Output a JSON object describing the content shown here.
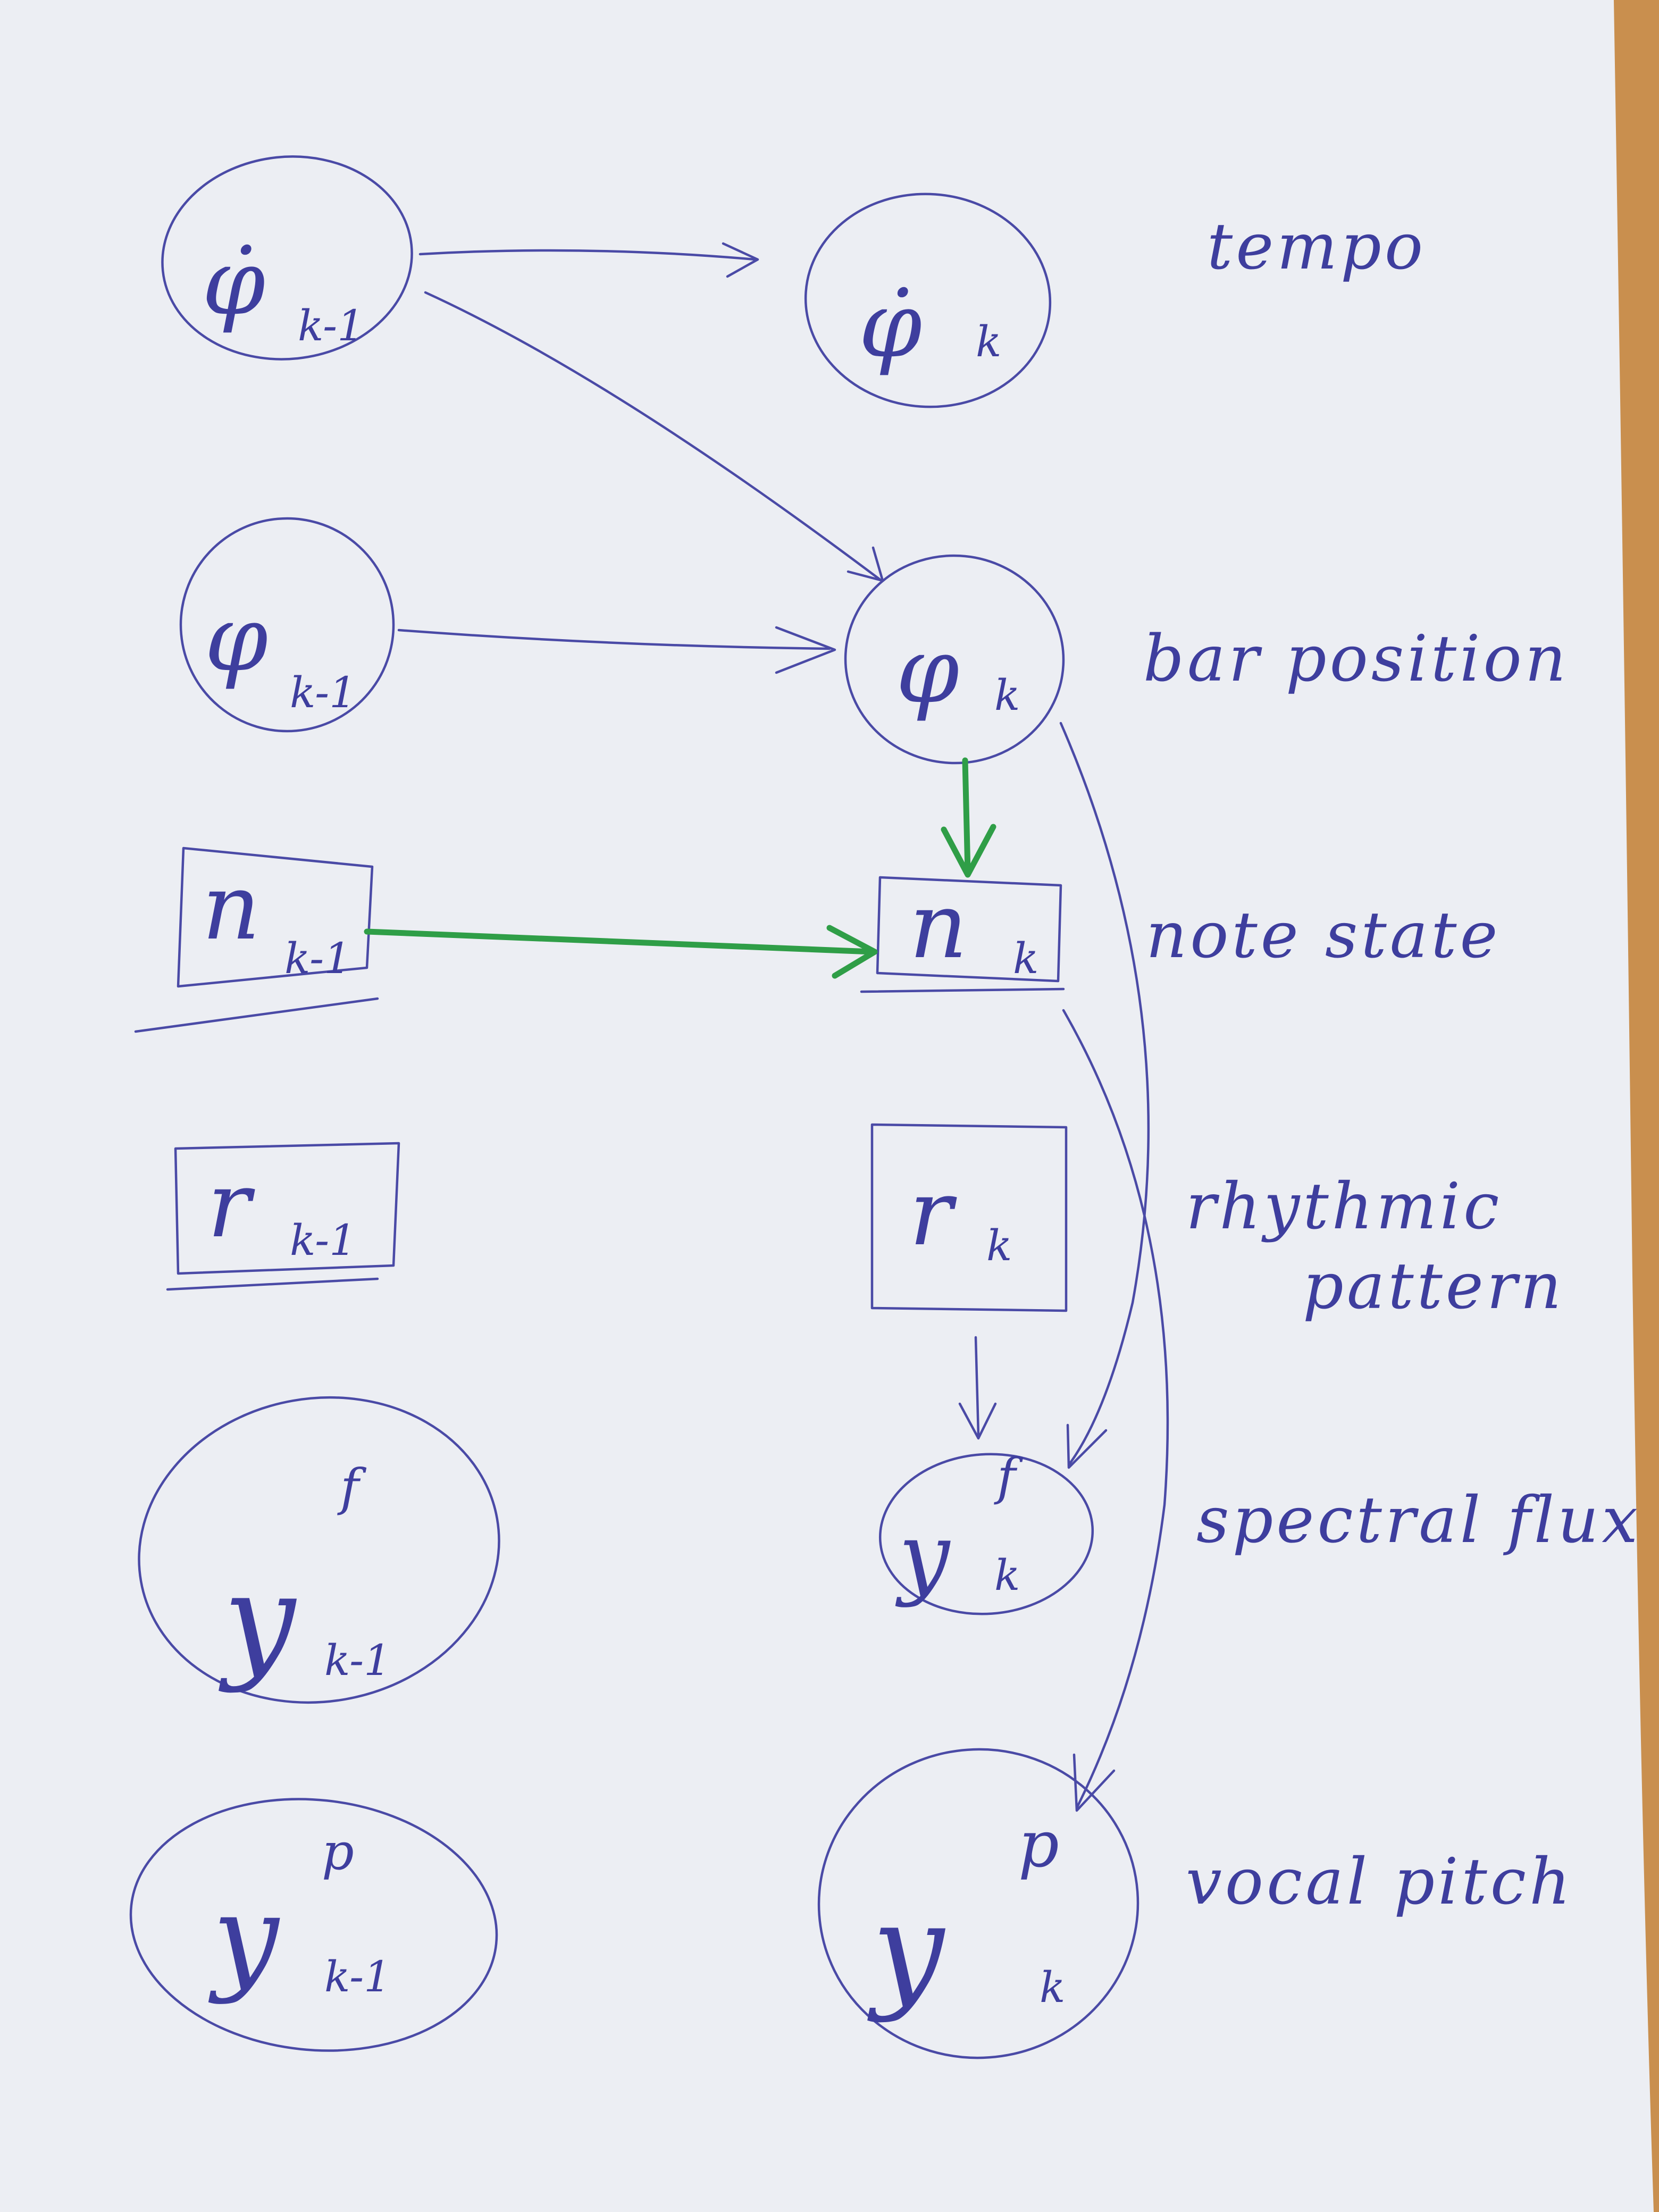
{
  "nodes": {
    "tempo_prev": {
      "base": "φ̇",
      "sub": "k-1",
      "sup": ""
    },
    "tempo_cur": {
      "base": "φ̇",
      "sub": "k",
      "sup": ""
    },
    "bar_prev": {
      "base": "φ",
      "sub": "k-1",
      "sup": ""
    },
    "bar_cur": {
      "base": "φ",
      "sub": "k",
      "sup": ""
    },
    "note_prev": {
      "base": "n",
      "sub": "k-1",
      "sup": ""
    },
    "note_cur": {
      "base": "n",
      "sub": "k",
      "sup": ""
    },
    "rhythm_prev": {
      "base": "r",
      "sub": "k-1",
      "sup": ""
    },
    "rhythm_cur": {
      "base": "r",
      "sub": "k",
      "sup": ""
    },
    "flux_prev": {
      "base": "y",
      "sub": "k-1",
      "sup": "f"
    },
    "flux_cur": {
      "base": "y",
      "sub": "k",
      "sup": "f"
    },
    "pitch_prev": {
      "base": "y",
      "sub": "k-1",
      "sup": "p"
    },
    "pitch_cur": {
      "base": "y",
      "sub": "k",
      "sup": "p"
    }
  },
  "row_labels": {
    "tempo": "tempo",
    "bar_position": "bar position",
    "note_state": "note state",
    "rhythmic_pattern_1": "rhythmic",
    "rhythmic_pattern_2": "pattern",
    "spectral_flux": "spectral flux",
    "vocal_pitch": "vocal pitch"
  },
  "colors": {
    "ink": "#4a4aa6",
    "highlight": "#2f9e47",
    "paper": "#eceef3",
    "table": "#c98f4e"
  },
  "edges": [
    {
      "from": "tempo_prev",
      "to": "tempo_cur",
      "style": "ink"
    },
    {
      "from": "tempo_prev",
      "to": "bar_cur",
      "style": "ink"
    },
    {
      "from": "bar_prev",
      "to": "bar_cur",
      "style": "ink"
    },
    {
      "from": "bar_cur",
      "to": "note_cur",
      "style": "green"
    },
    {
      "from": "note_prev",
      "to": "note_cur",
      "style": "green"
    },
    {
      "from": "bar_cur",
      "to": "flux_cur",
      "style": "ink"
    },
    {
      "from": "note_cur",
      "to": "pitch_cur",
      "style": "ink"
    },
    {
      "from": "rhythm_cur",
      "to": "flux_cur",
      "style": "ink"
    }
  ]
}
